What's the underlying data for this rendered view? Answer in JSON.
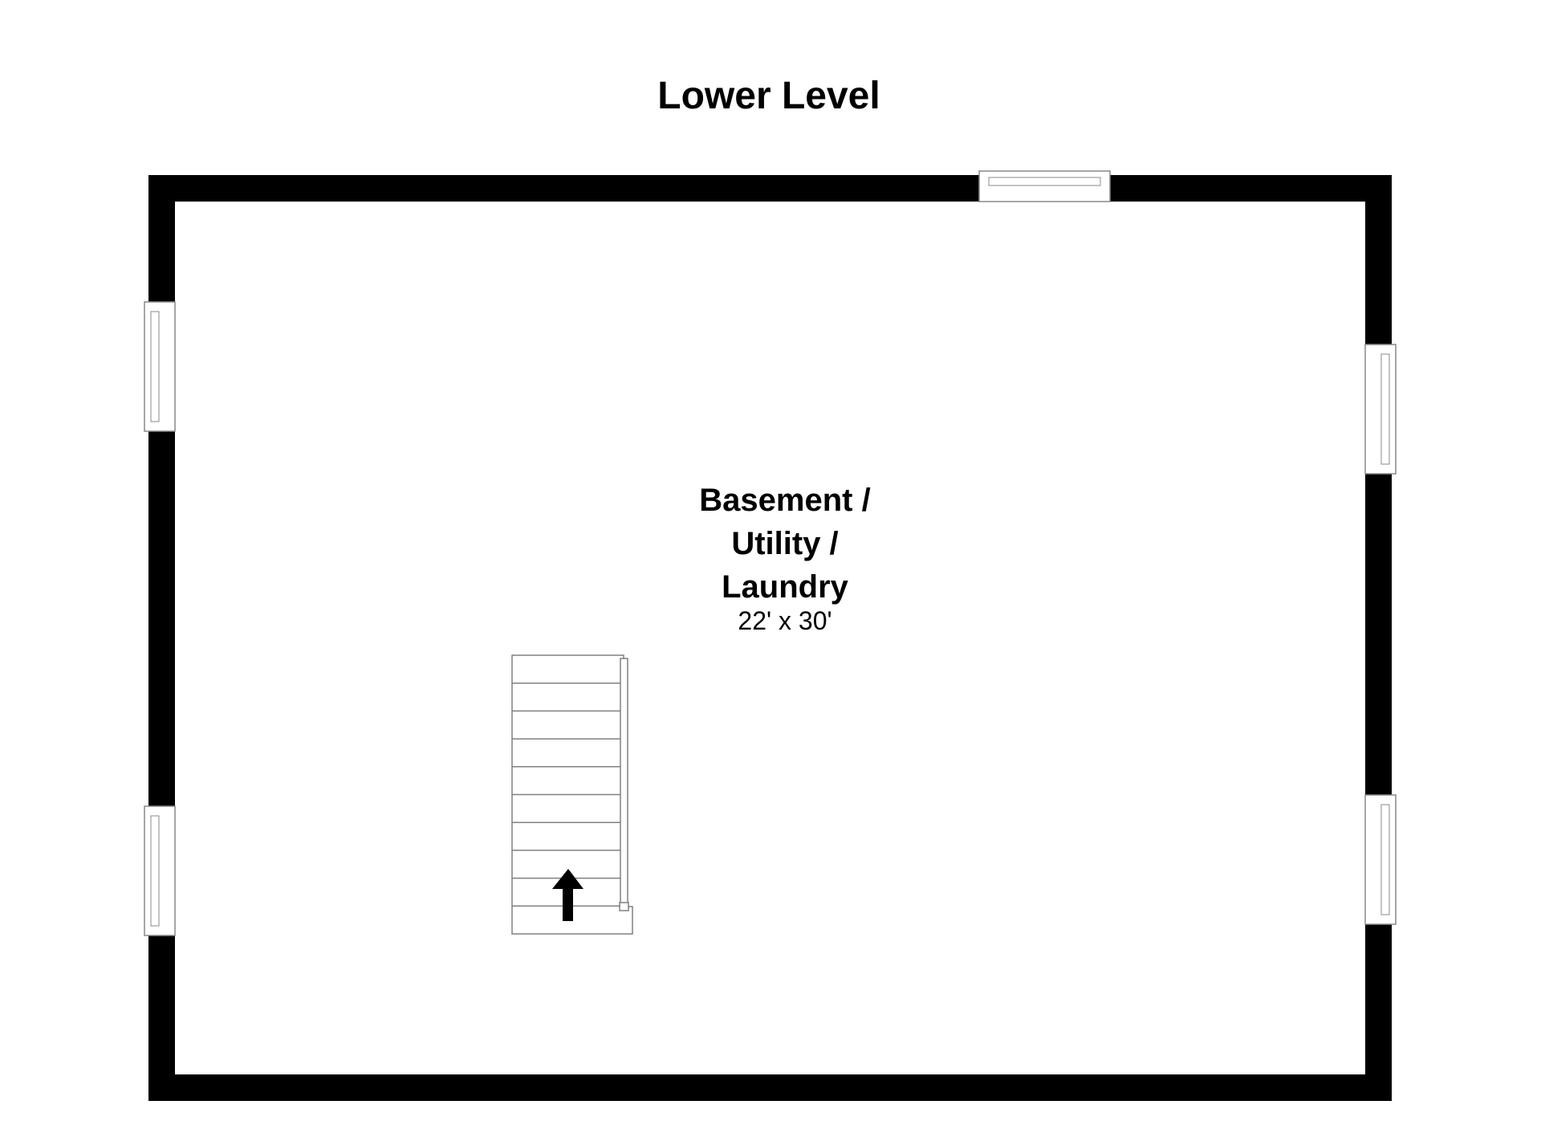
{
  "title": "Lower Level",
  "room": {
    "name_lines": [
      "Basement /",
      "Utility /",
      "Laundry"
    ],
    "dimensions": "22' x 30'"
  },
  "stairs": {
    "steps": 10,
    "direction": "up"
  },
  "colors": {
    "wall": "#000000",
    "line": "#808080",
    "background": "#ffffff"
  }
}
